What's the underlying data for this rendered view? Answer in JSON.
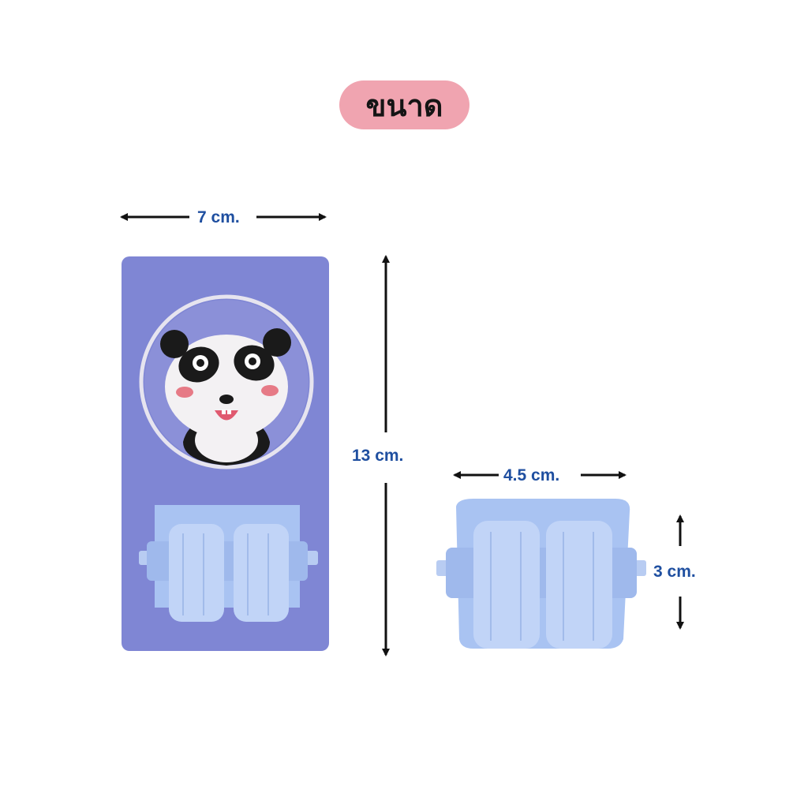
{
  "title": "ขนาด",
  "dimensions": {
    "board_width": "7 cm.",
    "board_height": "13 cm.",
    "clip_width": "4.5 cm.",
    "clip_height": "3 cm."
  },
  "colors": {
    "title_pill": "#f0a4b0",
    "board": "#7f86d4",
    "clip": "#a9c3f2",
    "label": "#1f4fa0"
  },
  "images": {
    "board": "panda-mop-holder-board",
    "clip": "mop-clip"
  }
}
